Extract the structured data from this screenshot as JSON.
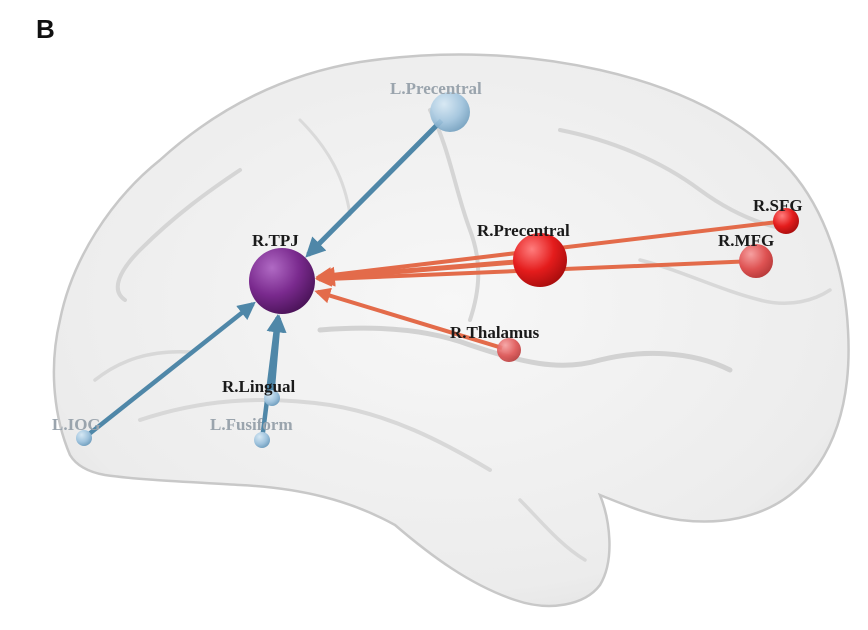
{
  "panel_label": "B",
  "colors": {
    "hub": "#7a2a8e",
    "input_nodes": "#9fc3dd",
    "input_edges": "#4f87a8",
    "output_nodes": "#e41c1c",
    "output_edges": "#e36b4a",
    "brain_fill": "#f0f0f0",
    "brain_outline": "#c8c8c8"
  },
  "nodes": {
    "r_tpj": {
      "label": "R.TPJ",
      "role": "hub"
    },
    "l_precentral": {
      "label": "L.Precentral",
      "role": "source"
    },
    "l_iog": {
      "label": "L.IOG",
      "role": "source"
    },
    "r_lingual": {
      "label": "R.Lingual",
      "role": "source"
    },
    "l_fusiform": {
      "label": "L.Fusiform",
      "role": "source"
    },
    "r_precentral": {
      "label": "R.Precentral",
      "role": "source"
    },
    "r_sfg": {
      "label": "R.SFG",
      "role": "source"
    },
    "r_mfg": {
      "label": "R.MFG",
      "role": "source"
    },
    "r_thalamus": {
      "label": "R.Thalamus",
      "role": "source"
    }
  },
  "edges": [
    {
      "from": "l_precentral",
      "to": "r_tpj",
      "group": "blue"
    },
    {
      "from": "l_iog",
      "to": "r_tpj",
      "group": "blue"
    },
    {
      "from": "r_lingual",
      "to": "r_tpj",
      "group": "blue"
    },
    {
      "from": "l_fusiform",
      "to": "r_tpj",
      "group": "blue"
    },
    {
      "from": "r_precentral",
      "to": "r_tpj",
      "group": "red"
    },
    {
      "from": "r_sfg",
      "to": "r_tpj",
      "group": "red"
    },
    {
      "from": "r_mfg",
      "to": "r_tpj",
      "group": "red"
    },
    {
      "from": "r_thalamus",
      "to": "r_tpj",
      "group": "red"
    }
  ]
}
